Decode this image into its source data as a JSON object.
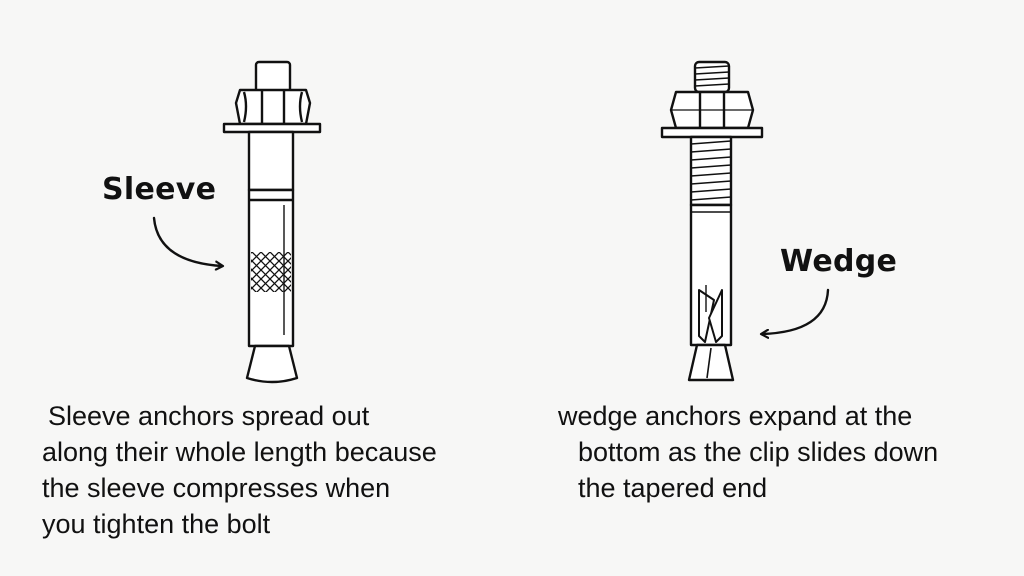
{
  "diagrams": {
    "sleeve": {
      "callout": "Sleeve",
      "caption_lines": [
        "Sleeve anchors spread out",
        "along their whole length because",
        "the sleeve compresses when",
        "you tighten the bolt"
      ]
    },
    "wedge": {
      "callout": "Wedge",
      "caption_lines": [
        "wedge anchors expand at the",
        "bottom as the clip slides down",
        "the tapered end"
      ]
    }
  },
  "colors": {
    "ink": "#111111",
    "background": "#f7f7f6",
    "fill": "#ffffff"
  }
}
